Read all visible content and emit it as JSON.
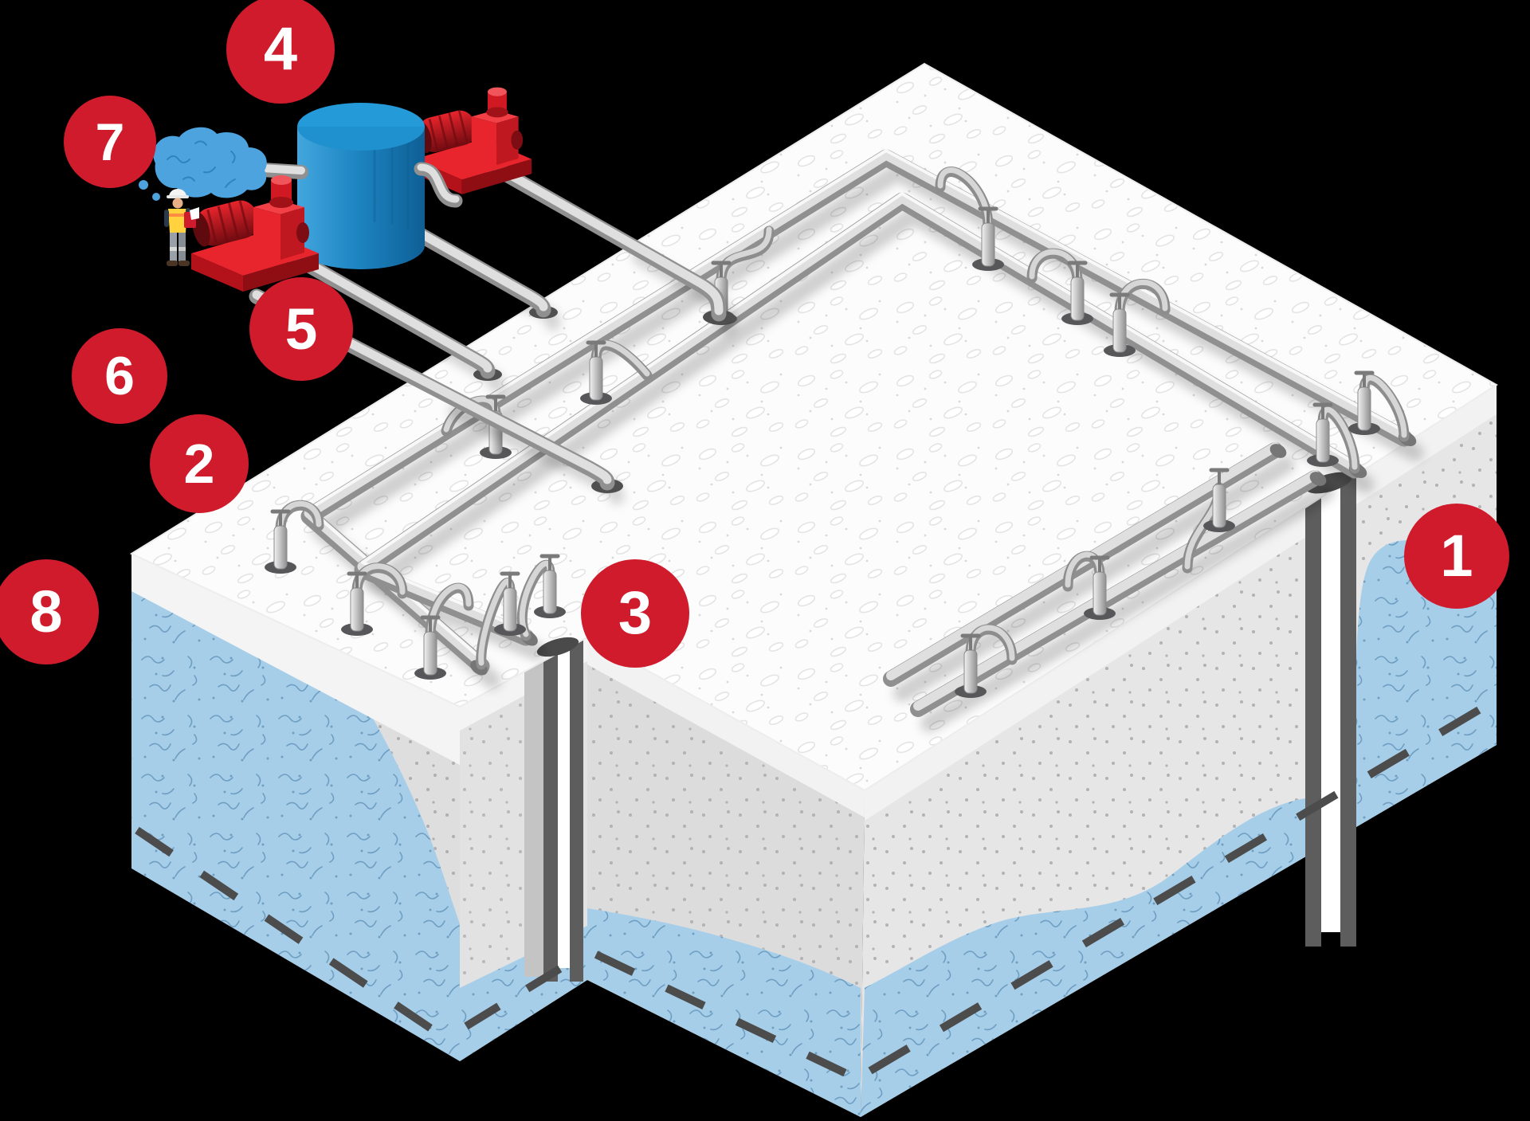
{
  "callouts": [
    {
      "label": "1"
    },
    {
      "label": "2"
    },
    {
      "label": "3"
    },
    {
      "label": "4"
    },
    {
      "label": "5"
    },
    {
      "label": "6"
    },
    {
      "label": "7"
    },
    {
      "label": "8"
    }
  ],
  "colors": {
    "accent_red": "#cf1b2b",
    "pump_red": "#e8242c",
    "tank_blue": "#1e86c3",
    "spray_blue": "#4da3de",
    "groundwater_blue": "#a7cee9",
    "ground_surface_white": "#fcfcfc",
    "dewatered_gray": "#e3e3e3",
    "pipe_gray": "#d9d9d9",
    "well_casing_gray": "#5d5d5d",
    "water_table_dash_gray": "#4c4c4c",
    "background": "#000000"
  }
}
